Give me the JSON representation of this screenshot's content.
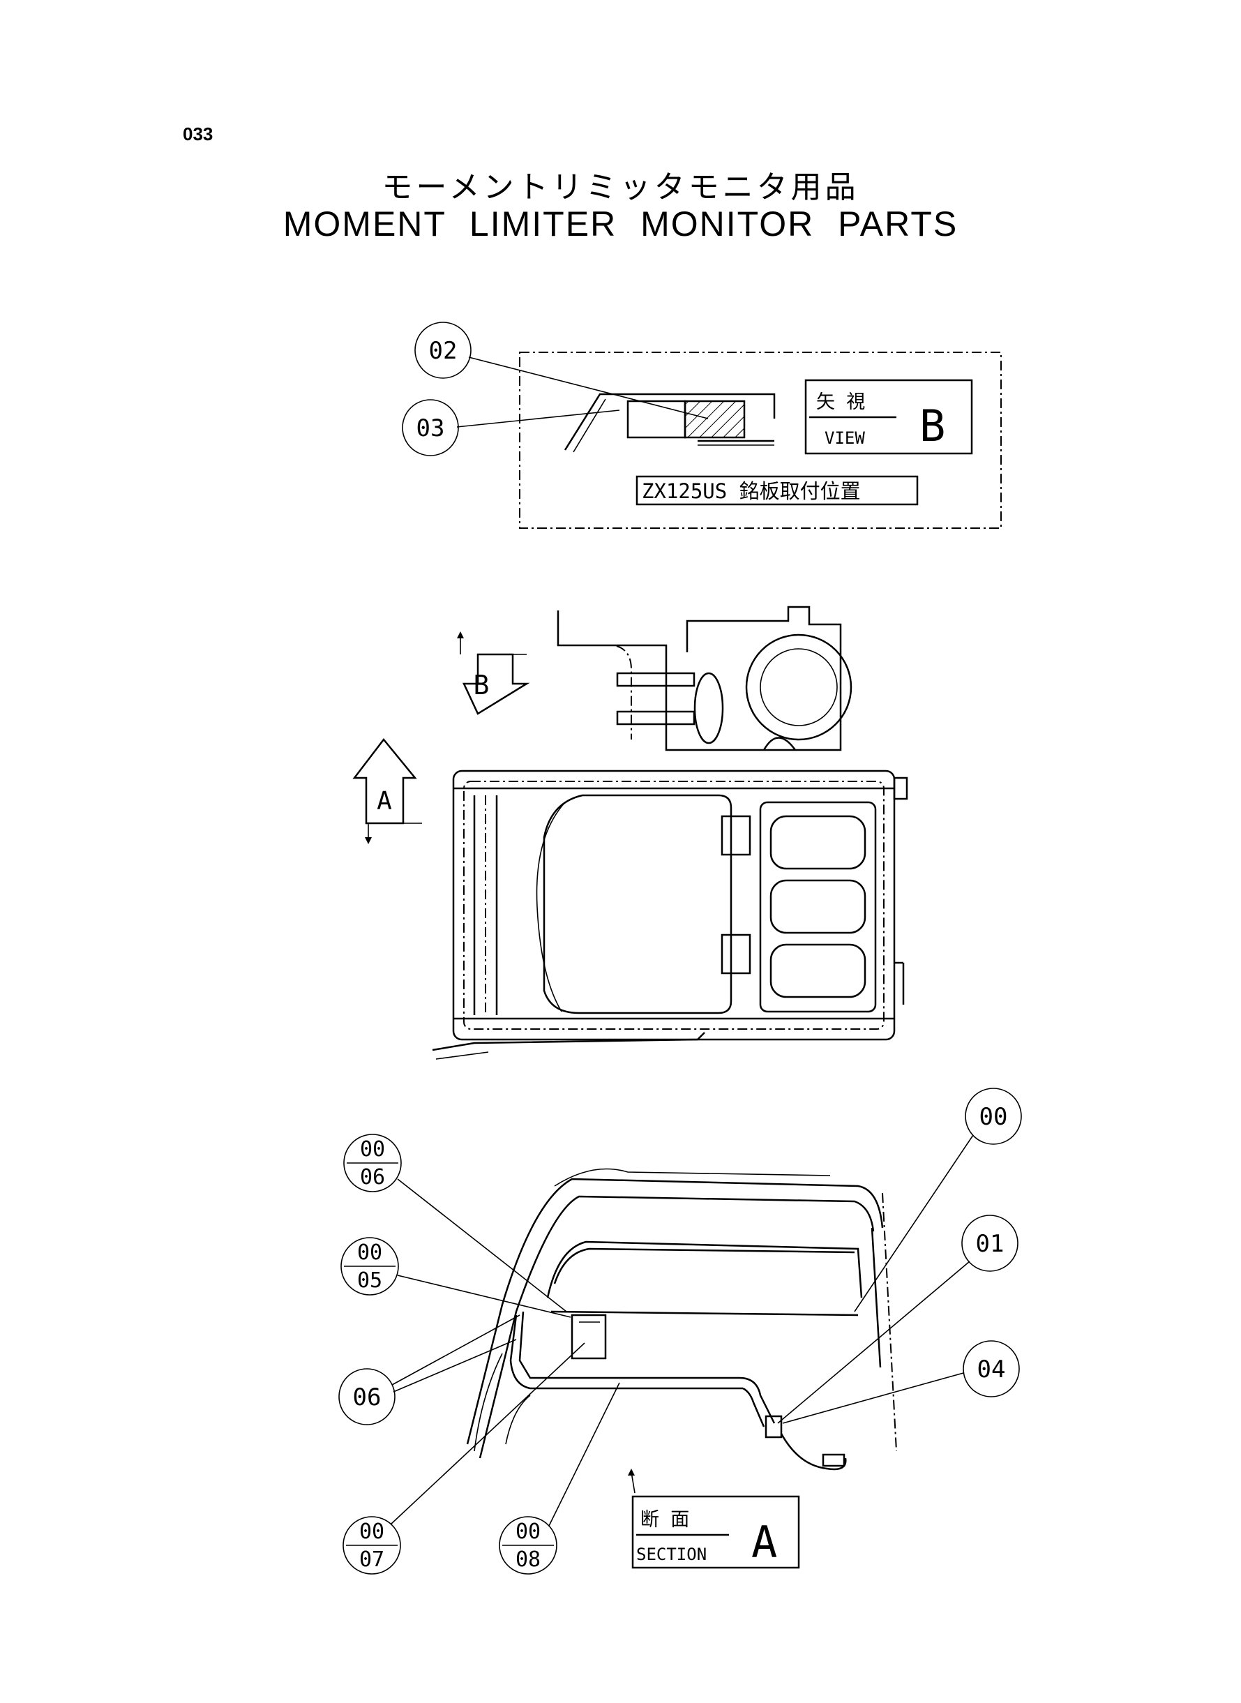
{
  "page": {
    "number": "033",
    "title_jp": "モーメントリミッタモニタ用品",
    "title_en": "MOMENT LIMITER MONITOR PARTS"
  },
  "view_b": {
    "jp": "矢 視",
    "en": "VIEW",
    "letter": "B",
    "caption": "ZX125US 銘板取付位置"
  },
  "section_a": {
    "jp": "断 面",
    "en": "SECTION",
    "letter": "A"
  },
  "arrows": {
    "b_letter": "B",
    "a_letter": "A"
  },
  "callouts": [
    {
      "top": "02",
      "bottom": ""
    },
    {
      "top": "03",
      "bottom": ""
    },
    {
      "top": "00",
      "bottom": ""
    },
    {
      "top": "01",
      "bottom": ""
    },
    {
      "top": "04",
      "bottom": ""
    },
    {
      "top": "06",
      "bottom": ""
    },
    {
      "top": "00",
      "bottom": "06"
    },
    {
      "top": "00",
      "bottom": "05"
    },
    {
      "top": "00",
      "bottom": "07"
    },
    {
      "top": "00",
      "bottom": "08"
    }
  ]
}
